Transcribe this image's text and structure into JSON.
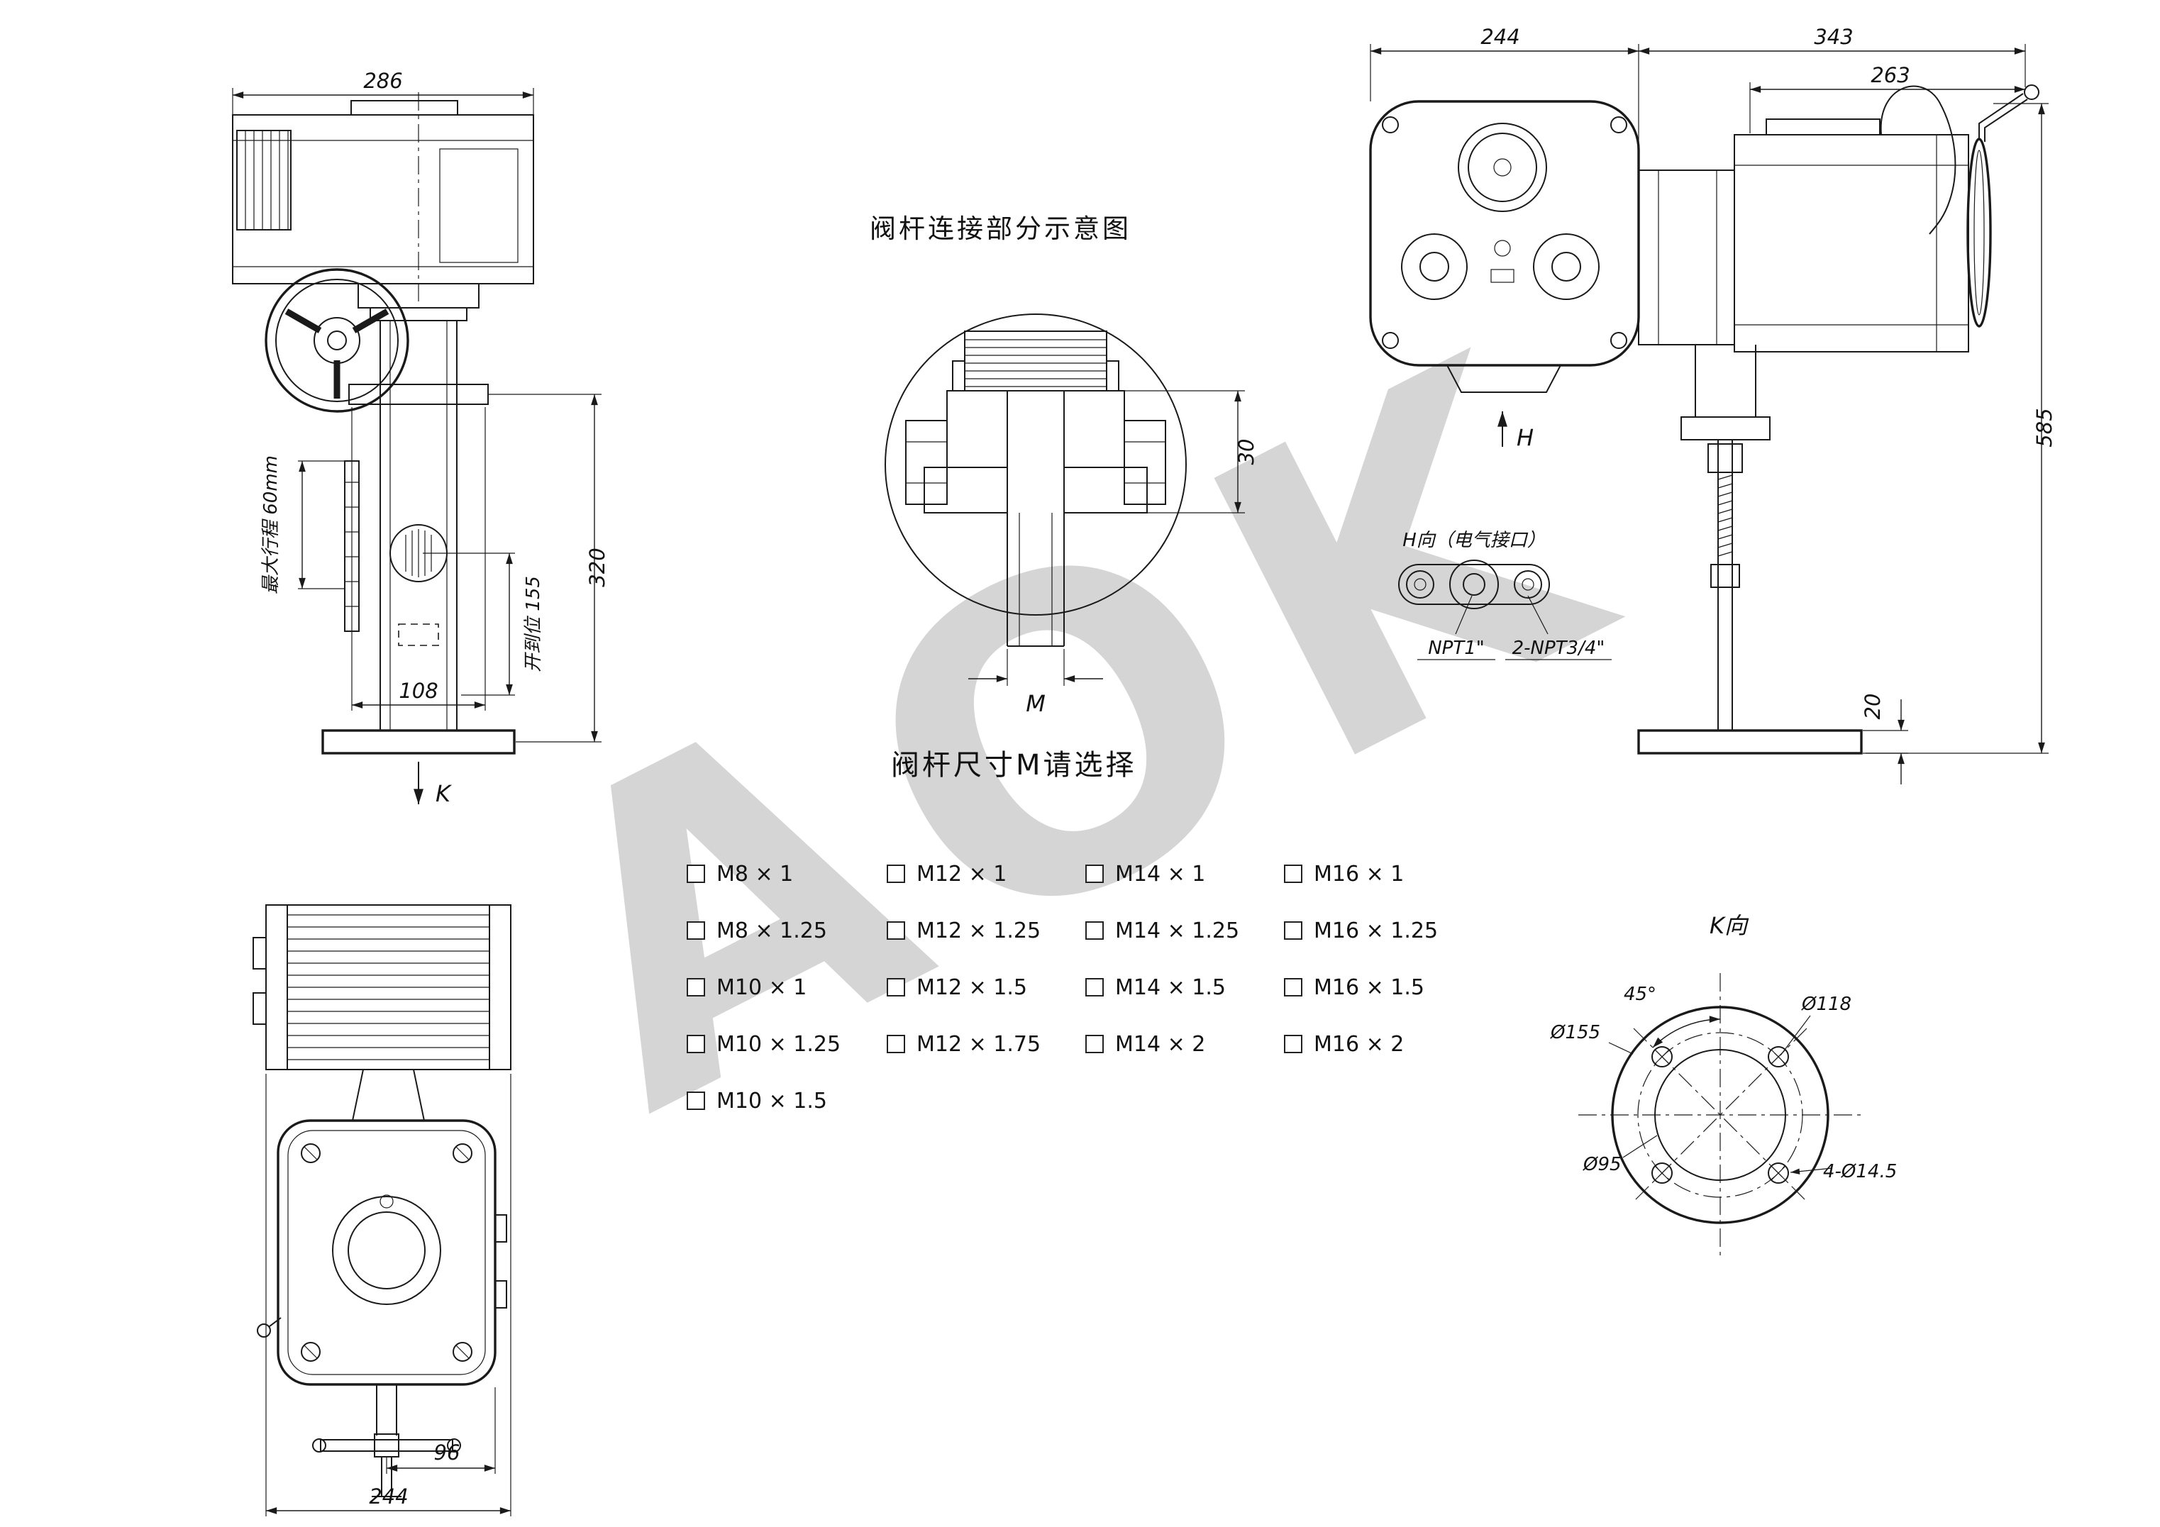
{
  "watermark": "AOK",
  "titles": {
    "stem_detail": "阀杆连接部分示意图",
    "stem_options": "阀杆尺寸M请选择",
    "k_view": "K向",
    "electrical": "H向（电气接口）"
  },
  "front_view": {
    "dim_width": "286",
    "dim_height": "320",
    "dim_flange": "108",
    "label_travel": "最大行程 60mm",
    "label_open": "开到位 155",
    "direction": "K"
  },
  "top_view": {
    "dim_offset": "96",
    "dim_width": "244"
  },
  "side_view": {
    "dim_left": "244",
    "dim_right": "343",
    "dim_inner": "263",
    "dim_height": "585",
    "dim_plate": "20",
    "direction": "H",
    "port_center": "NPT1\"",
    "port_side": "2-NPT3/4\""
  },
  "stem_detail": {
    "dim_depth": "30",
    "dim_thread": "M"
  },
  "k_view": {
    "angle": "45°",
    "bolt_circle": "Ø118",
    "outer": "Ø155",
    "inner": "Ø95",
    "holes": "4-Ø14.5"
  },
  "stem_options": {
    "columns": [
      [
        "M8 × 1",
        "M8 × 1.25",
        "M10 × 1",
        "M10 × 1.25",
        "M10 × 1.5"
      ],
      [
        "M12 × 1",
        "M12 × 1.25",
        "M12 × 1.5",
        "M12 × 1.75"
      ],
      [
        "M14 × 1",
        "M14 × 1.25",
        "M14 × 1.5",
        "M14 × 2"
      ],
      [
        "M16 × 1",
        "M16 × 1.25",
        "M16 × 1.5",
        "M16 × 2"
      ]
    ]
  }
}
